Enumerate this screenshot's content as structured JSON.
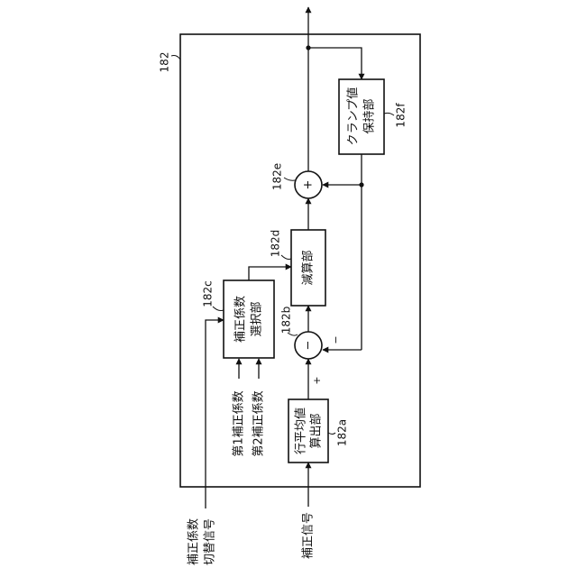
{
  "diagram": {
    "unit_label": "182",
    "blocks": {
      "row_average": {
        "ref": "182a",
        "lines": [
          "行平均値",
          "算出部"
        ]
      },
      "coef_select": {
        "ref": "182c",
        "lines": [
          "補正係数",
          "選択部"
        ]
      },
      "subtractor_block": {
        "ref": "182d",
        "lines": [
          "減算部"
        ]
      },
      "clamp_hold": {
        "ref": "182f",
        "lines": [
          "クランプ値",
          "保持部"
        ]
      }
    },
    "nodes": {
      "subtract_node": {
        "ref": "182b",
        "symbol": "−"
      },
      "add_node": {
        "ref": "182e",
        "symbol": "+"
      }
    },
    "signs": {
      "plus": "+",
      "minus": "−"
    },
    "inputs": {
      "correction_signal": "補正信号",
      "coef_switch_signal": [
        "補正係数",
        "切替信号"
      ],
      "first_coef": "第1補正係数",
      "second_coef": "第2補正係数"
    }
  }
}
